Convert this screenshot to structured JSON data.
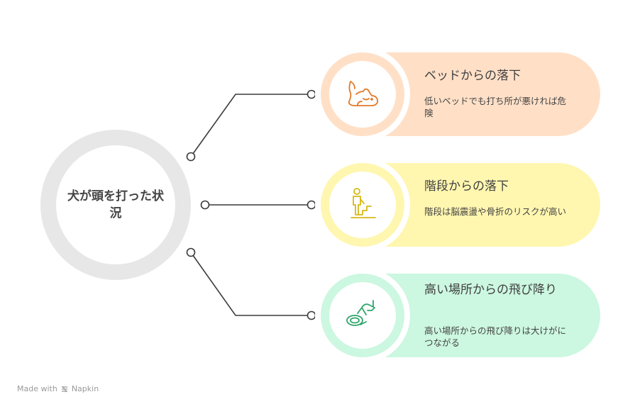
{
  "hub": {
    "title": "犬が頭を打った状況"
  },
  "cards": [
    {
      "title": "ベッドからの落下",
      "description": "低いベッドでも打ち所が悪ければ危険",
      "icon": "dog-lying-icon",
      "color": "#e07a2a",
      "fill": "#ffe0c7"
    },
    {
      "title": "階段からの落下",
      "description": "階段は脳震盪や骨折のリスクが高い",
      "icon": "person-stairs-icon",
      "color": "#d7b814",
      "fill": "#fff6b0"
    },
    {
      "title": "高い場所からの飛び降り",
      "description": "高い場所からの飛び降りは大けがにつながる",
      "icon": "dog-jumping-icon",
      "color": "#2fa56b",
      "fill": "#ccf7e0"
    }
  ],
  "footer": {
    "prefix": "Made with",
    "brand": "Napkin"
  },
  "colors": {
    "hub_ring": "#e7e7e7",
    "connector": "#3a3a3a"
  }
}
